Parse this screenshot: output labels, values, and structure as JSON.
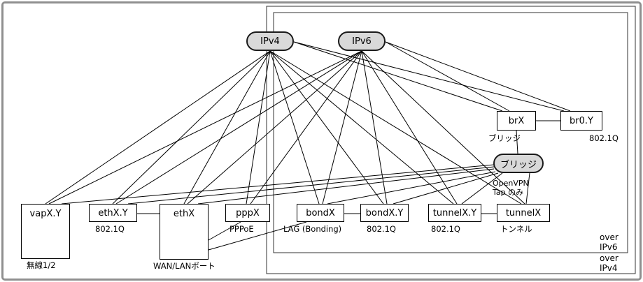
{
  "diagram": {
    "protocols": {
      "ipv4": {
        "label": "IPv4"
      },
      "ipv6": {
        "label": "IPv6"
      },
      "bridge": {
        "label": "ブリッジ"
      }
    },
    "interfaces": {
      "vap": {
        "label": "vapX.Y",
        "caption": "無線1/2"
      },
      "eth_vlan": {
        "label": "ethX.Y",
        "caption": "802.1Q"
      },
      "eth": {
        "label": "ethX",
        "caption": "WAN/LANポート"
      },
      "ppp": {
        "label": "pppX",
        "caption": "PPPoE"
      },
      "bond": {
        "label": "bondX",
        "caption": "LAG (Bonding)"
      },
      "bond_vlan": {
        "label": "bondX.Y",
        "caption": "802.1Q"
      },
      "tunnel_vlan": {
        "label": "tunnelX.Y",
        "caption": "802.1Q"
      },
      "tunnel": {
        "label": "tunnelX",
        "caption": "トンネル"
      },
      "br": {
        "label": "brX",
        "caption": "ブリッジ"
      },
      "br_vlan": {
        "label": "br0.Y",
        "caption": "802.1Q"
      }
    },
    "annotations": {
      "openvpn": {
        "line1": "OpenVPN",
        "line2": "Tap のみ"
      },
      "over_ipv6": {
        "line1": "over",
        "line2": "IPv6"
      },
      "over_ipv4": {
        "line1": "over",
        "line2": "IPv4"
      }
    },
    "colors": {
      "pill_fill": "#d9d9d9",
      "box_fill": "#ffffff",
      "line": "#000000",
      "frame": "#8f8f8f"
    }
  }
}
